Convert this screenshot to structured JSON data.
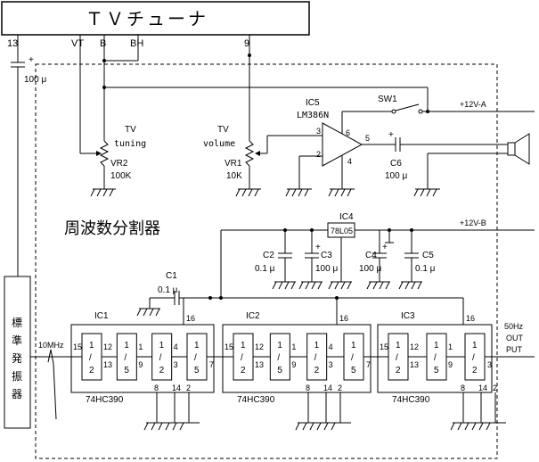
{
  "tuner": {
    "title": "ＴＶチューナ",
    "pins": [
      "13",
      "VT",
      "B",
      "BH",
      "9"
    ]
  },
  "osc": {
    "chars": [
      "標",
      "準",
      "発",
      "振",
      "器"
    ],
    "freq": "10MHz"
  },
  "section_title": "周波数分割器",
  "labels": {
    "cap_in": "100 μ",
    "vr2": [
      "TV",
      "tuning",
      "VR2",
      "100K"
    ],
    "vr1": [
      "TV",
      "volume",
      "VR1",
      "10K"
    ],
    "ic5": [
      "IC5",
      "LM386N"
    ],
    "ic5_pins": [
      "6",
      "3",
      "2",
      "5",
      "4"
    ],
    "sw1": "SW1",
    "plus12a": "+12V-A",
    "plus12b": "+12V-B",
    "c6": [
      "+",
      "C6",
      "100 μ"
    ],
    "ic4": [
      "IC4",
      "78L05"
    ],
    "c2": [
      "C2",
      "0.1 μ"
    ],
    "c3": [
      "C3",
      "100 μ"
    ],
    "c4": [
      "C4",
      "100 μ"
    ],
    "c5": [
      "C5",
      "0.1 μ"
    ],
    "c1": [
      "C1",
      "0.1 μ"
    ],
    "plus": "+",
    "slash": "/",
    "out": [
      "50Hz",
      "OUT",
      "PUT"
    ]
  },
  "ics": [
    {
      "name": "IC1",
      "part": "74HC390",
      "top_pin": "16",
      "stages": [
        [
          "1",
          "2"
        ],
        [
          "1",
          "5"
        ],
        [
          "1",
          "2"
        ],
        [
          "1",
          "5"
        ]
      ],
      "pins_between": [
        "15",
        "12",
        "13",
        "1",
        "9",
        "4",
        "3",
        "7"
      ],
      "bottom_pins": [
        "8",
        "14",
        "2"
      ]
    },
    {
      "name": "IC2",
      "part": "74HC390",
      "top_pin": "16",
      "stages": [
        [
          "1",
          "2"
        ],
        [
          "1",
          "5"
        ],
        [
          "1",
          "2"
        ],
        [
          "1",
          "5"
        ]
      ],
      "pins_between": [
        "15",
        "12",
        "13",
        "1",
        "9",
        "4",
        "3",
        "7"
      ],
      "bottom_pins": [
        "8",
        "14",
        "2"
      ]
    },
    {
      "name": "IC3",
      "part": "74HC390",
      "top_pin": "16",
      "stages": [
        [
          "1",
          "2"
        ],
        [
          "1",
          "5"
        ],
        [
          "1",
          "2"
        ]
      ],
      "pins_between": [
        "15",
        "12",
        "13",
        "1",
        "9",
        "3"
      ],
      "bottom_pins": [
        "8",
        "14",
        "2"
      ]
    }
  ]
}
